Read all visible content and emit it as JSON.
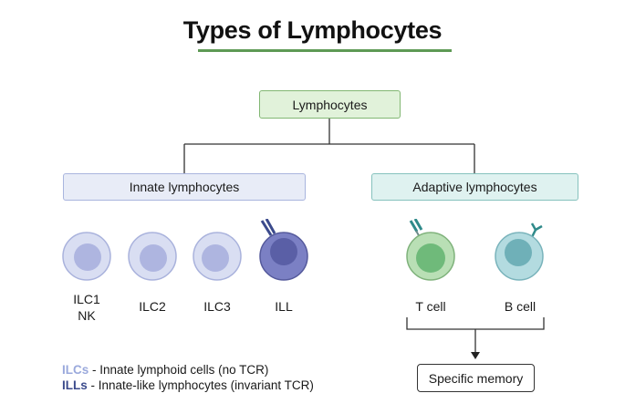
{
  "title": "Types of Lymphocytes",
  "root": {
    "label": "Lymphocytes"
  },
  "branches": {
    "innate": {
      "label": "Innate lymphocytes"
    },
    "adaptive": {
      "label": "Adaptive lymphocytes"
    }
  },
  "cells": {
    "ilc1": {
      "label_line1": "ILC1",
      "label_line2": "NK"
    },
    "ilc2": {
      "label": "ILC2"
    },
    "ilc3": {
      "label": "ILC3"
    },
    "ill": {
      "label": "ILL"
    },
    "tcell": {
      "label": "T cell"
    },
    "bcell": {
      "label": "B cell"
    }
  },
  "outcome": {
    "label": "Specific memory"
  },
  "legend": {
    "ilcs": {
      "abbr": "ILCs",
      "desc": " - Innate lymphoid cells (no TCR)",
      "color": "#9aa9dc"
    },
    "ills": {
      "abbr": "ILLs",
      "desc": " - Innate-like lymphocytes (invariant TCR)",
      "color": "#3b4a8c"
    }
  },
  "colors": {
    "title_underline": "#5e9a55",
    "ilc_cell": "#d9def2",
    "ilc_nucleus": "#aeb5e0",
    "ill_cell": "#7b80c4",
    "ill_nucleus": "#5a5fa6",
    "t_cell": "#b9dfb5",
    "t_nucleus": "#6fba7a",
    "b_cell": "#b3dbe0",
    "b_nucleus": "#6fb0b8",
    "receptor_tcr": "#2f8a8a",
    "receptor_ill": "#3b4a8c"
  }
}
